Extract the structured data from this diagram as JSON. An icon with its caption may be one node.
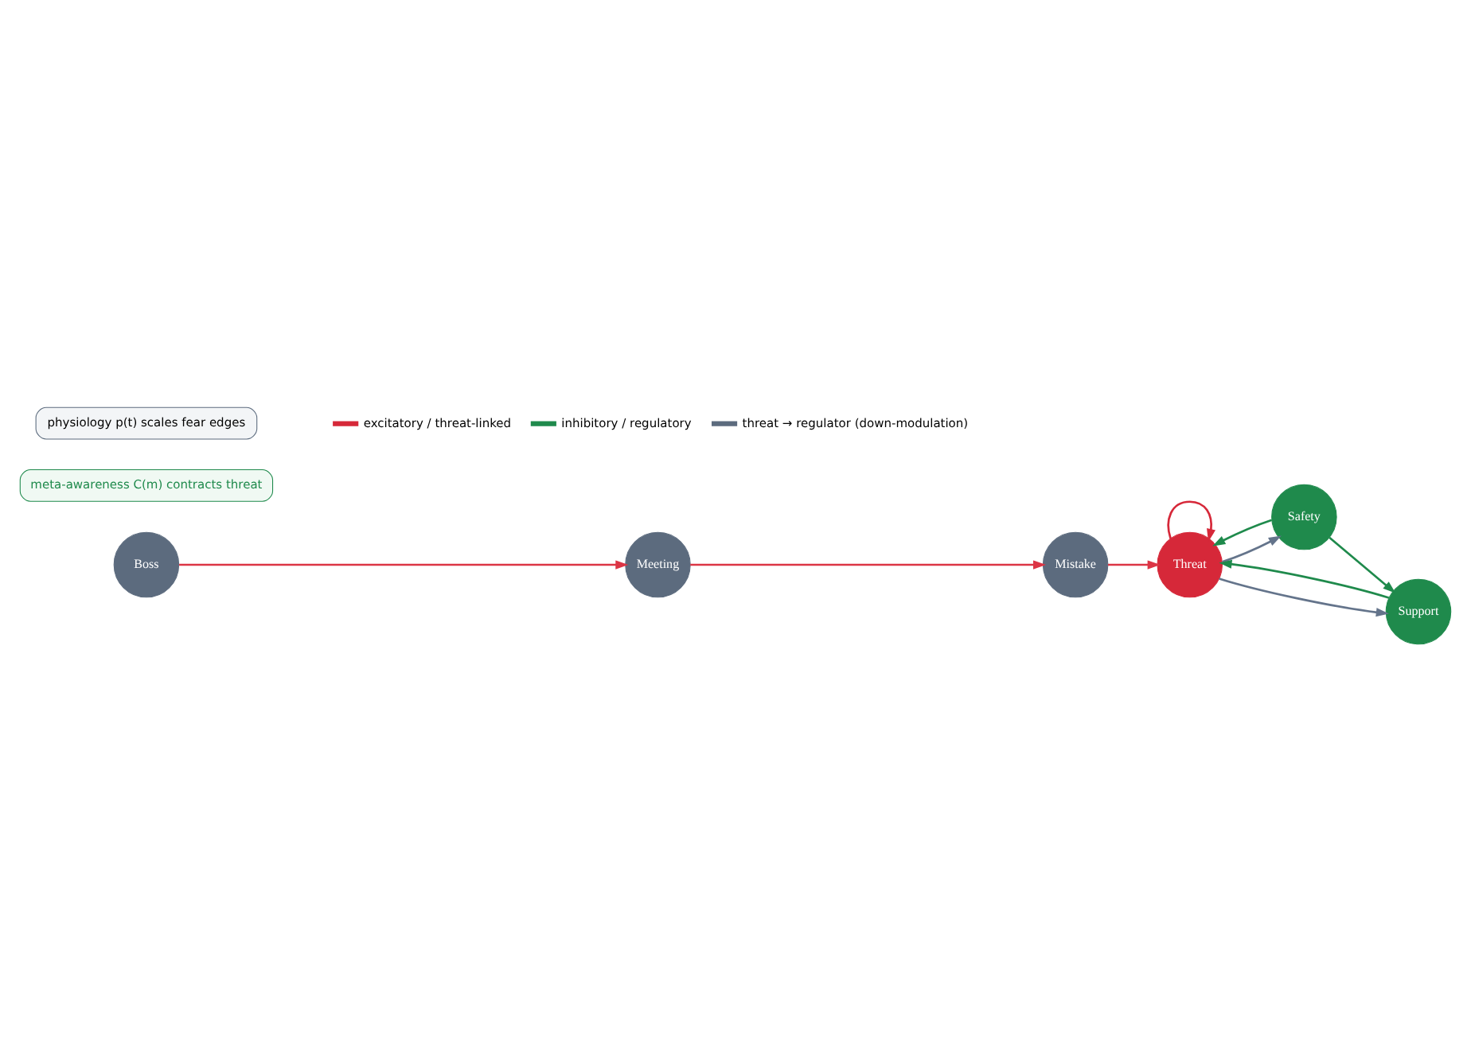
{
  "diagram": {
    "nodes": [
      {
        "text": [
          "Boss"
        ]
      },
      {
        "text": [
          "Meeting"
        ]
      },
      {
        "text": [
          "Mistake"
        ]
      },
      {
        "text": [
          "Threat"
        ]
      },
      {
        "text": [
          "meta-awareness C(m) contracts threat"
        ]
      },
      {
        "text": [
          "physiology p(t) scales fear edges"
        ]
      },
      {
        "text": [
          "Safety"
        ]
      },
      {
        "text": [
          "Support"
        ]
      }
    ],
    "edges": [
      {
        "from": 0,
        "to": 1,
        "arrow": "to",
        "color": "#dc3545"
      },
      {
        "from": 1,
        "to": 2,
        "arrow": "to",
        "color": "#dc3545"
      },
      {
        "from": 2,
        "to": 3,
        "arrow": "to",
        "color": "#dc3545"
      },
      {
        "from": 3,
        "to": 3,
        "arrow": "to",
        "color": "#d62839"
      },
      {
        "from": 6,
        "to": 3,
        "arrow": "to",
        "color": "#1f8a4c"
      },
      {
        "from": 7,
        "to": 3,
        "arrow": "to",
        "color": "#1f8a4c"
      },
      {
        "from": 3,
        "to": 6,
        "arrow": "to",
        "color": "#64748b"
      },
      {
        "from": 3,
        "to": 7,
        "arrow": "to",
        "color": "#64748b"
      },
      {
        "from": 6,
        "to": 7,
        "arrow": "to",
        "color": "#1f8a4c"
      }
    ],
    "legend": [
      {
        "text": "excitatory / threat-linked",
        "color": "#d62839"
      },
      {
        "text": "inhibitory / regulatory",
        "color": "#1f8a4c"
      },
      {
        "text": "threat → regulator (down-modulation)",
        "color": "#5c6b7e"
      }
    ]
  }
}
